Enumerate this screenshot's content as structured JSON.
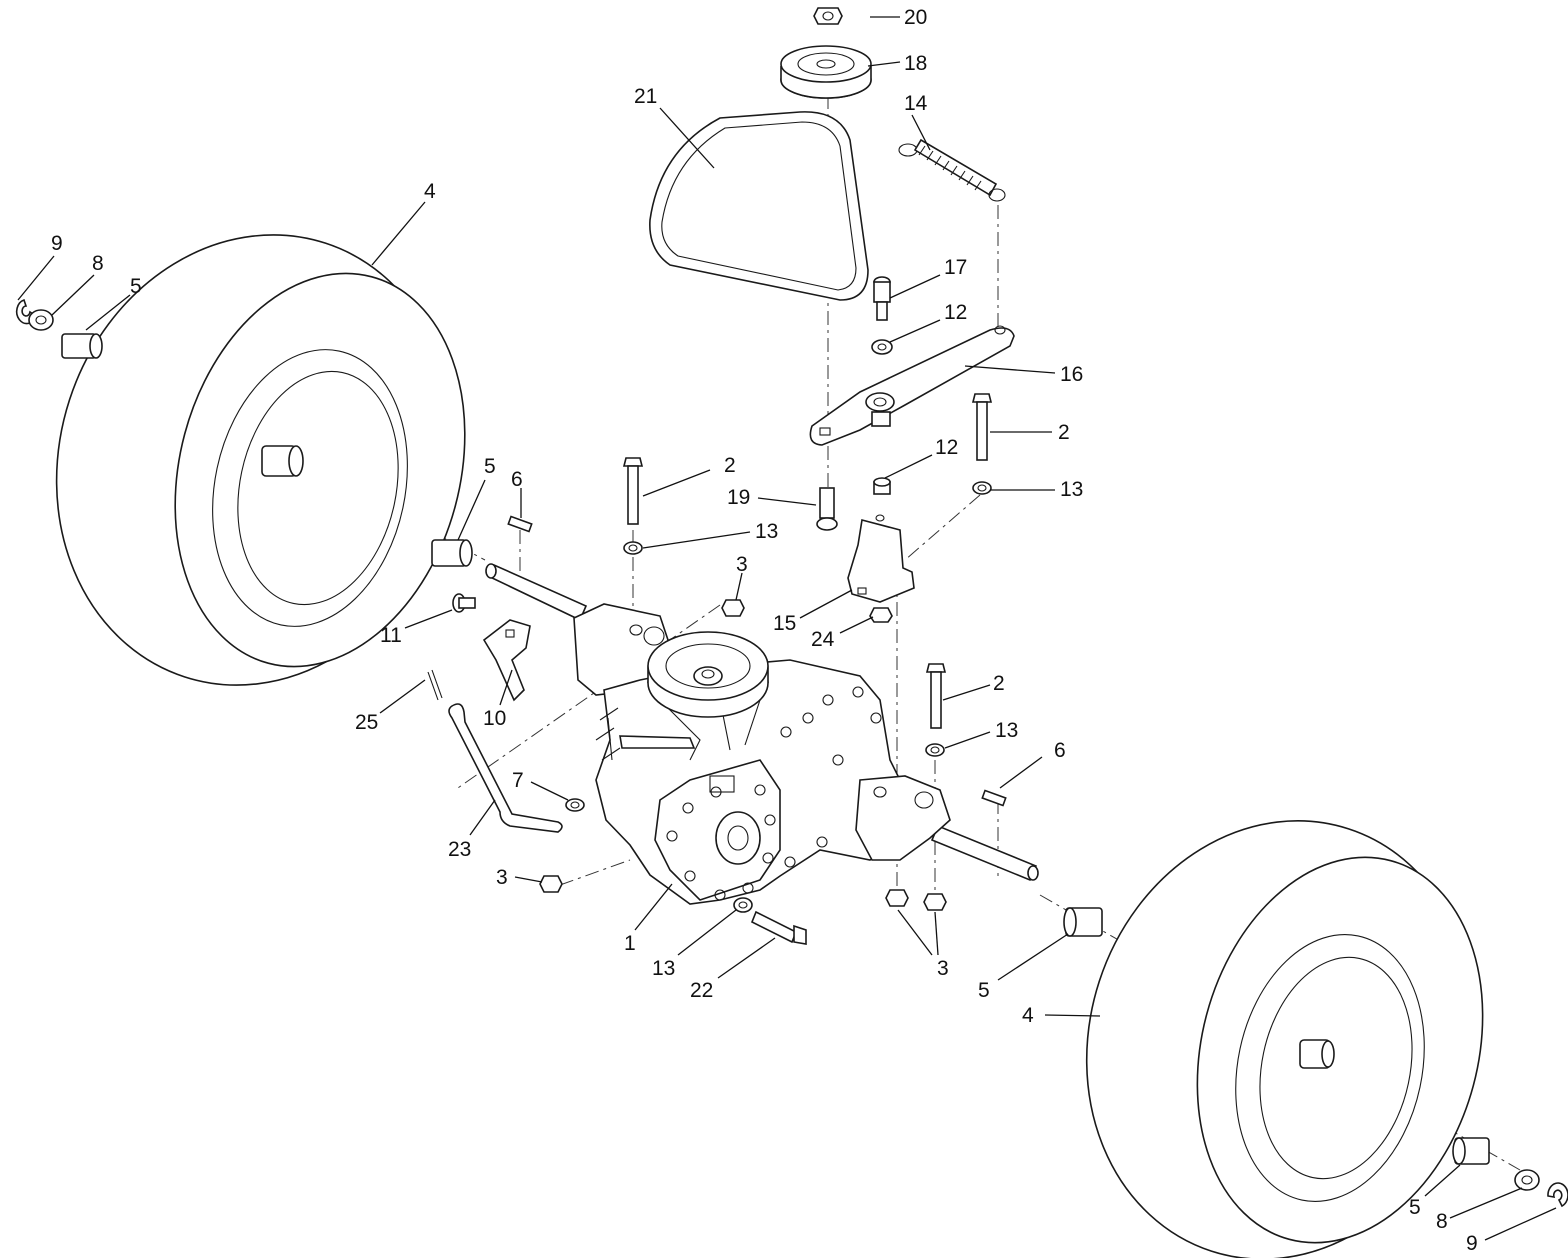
{
  "callouts": [
    {
      "id": "c20",
      "label": "20"
    },
    {
      "id": "c18",
      "label": "18"
    },
    {
      "id": "c21",
      "label": "21"
    },
    {
      "id": "c14",
      "label": "14"
    },
    {
      "id": "c4a",
      "label": "4"
    },
    {
      "id": "c9a",
      "label": "9"
    },
    {
      "id": "c8a",
      "label": "8"
    },
    {
      "id": "c5a",
      "label": "5"
    },
    {
      "id": "c17",
      "label": "17"
    },
    {
      "id": "c12a",
      "label": "12"
    },
    {
      "id": "c16",
      "label": "16"
    },
    {
      "id": "c2a",
      "label": "2"
    },
    {
      "id": "c12b",
      "label": "12"
    },
    {
      "id": "c13a",
      "label": "13"
    },
    {
      "id": "c5b",
      "label": "5"
    },
    {
      "id": "c6a",
      "label": "6"
    },
    {
      "id": "c2b",
      "label": "2"
    },
    {
      "id": "c19",
      "label": "19"
    },
    {
      "id": "c13b",
      "label": "13"
    },
    {
      "id": "c3a",
      "label": "3"
    },
    {
      "id": "c11",
      "label": "11"
    },
    {
      "id": "c15",
      "label": "15"
    },
    {
      "id": "c24",
      "label": "24"
    },
    {
      "id": "c10",
      "label": "10"
    },
    {
      "id": "c25",
      "label": "25"
    },
    {
      "id": "c2c",
      "label": "2"
    },
    {
      "id": "c13c",
      "label": "13"
    },
    {
      "id": "c6b",
      "label": "6"
    },
    {
      "id": "c7",
      "label": "7"
    },
    {
      "id": "c23",
      "label": "23"
    },
    {
      "id": "c3b",
      "label": "3"
    },
    {
      "id": "c1",
      "label": "1"
    },
    {
      "id": "c13d",
      "label": "13"
    },
    {
      "id": "c22",
      "label": "22"
    },
    {
      "id": "c3c",
      "label": "3"
    },
    {
      "id": "c5c",
      "label": "5"
    },
    {
      "id": "c4b",
      "label": "4"
    },
    {
      "id": "c5d",
      "label": "5"
    },
    {
      "id": "c8b",
      "label": "8"
    },
    {
      "id": "c9b",
      "label": "9"
    }
  ]
}
